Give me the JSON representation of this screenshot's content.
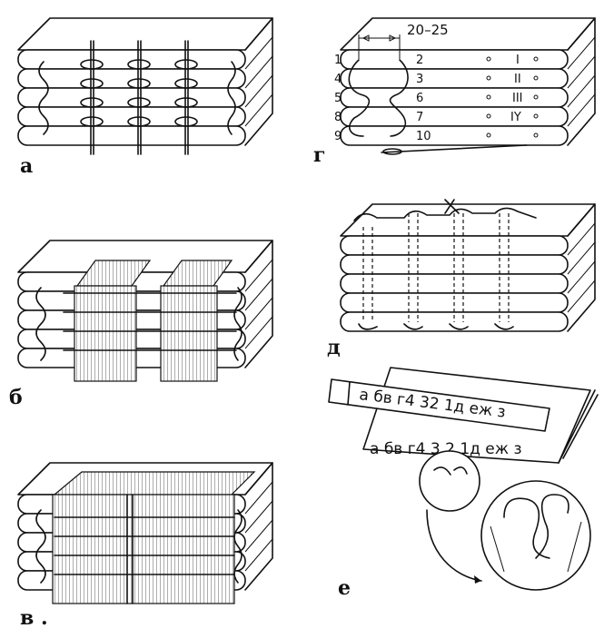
{
  "panel_labels": {
    "a": "а",
    "b": "б",
    "v": "в .",
    "g": "г",
    "d": "д",
    "e": "е"
  },
  "panel_g": {
    "dimension": "20–25",
    "left_numbers": [
      "1",
      "4",
      "5",
      "8",
      "9"
    ],
    "right_numbers": [
      "2",
      "3",
      "6",
      "7",
      "10"
    ],
    "roman": [
      "I",
      "II",
      "III",
      "IY"
    ]
  },
  "panel_e": {
    "strip_label": "а  бв  г4  32  1д  еж  з",
    "book_label": "а бв  г4  3 2  1д  еж  з"
  }
}
